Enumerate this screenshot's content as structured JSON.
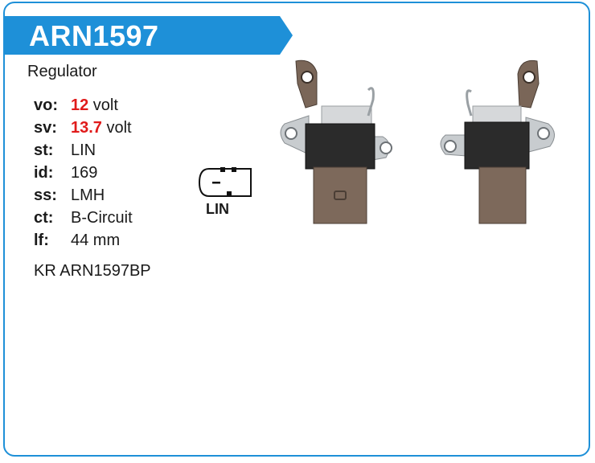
{
  "header": {
    "title": "ARN1597",
    "accent_color": "#1e90d8"
  },
  "subtitle": "Regulator",
  "specs": [
    {
      "key": "vo:",
      "value": "12",
      "unit": " volt",
      "highlight": true
    },
    {
      "key": "sv:",
      "value": "13.7",
      "unit": " volt",
      "highlight": true
    },
    {
      "key": "st:",
      "value": "LIN",
      "unit": "",
      "highlight": false
    },
    {
      "key": "id:",
      "value": "169",
      "unit": "",
      "highlight": false
    },
    {
      "key": "ss:",
      "value": "LMH",
      "unit": "",
      "highlight": false
    },
    {
      "key": "ct:",
      "value": "B-Circuit",
      "unit": "",
      "highlight": false
    },
    {
      "key": "lf:",
      "value": "44 mm",
      "unit": "",
      "highlight": false
    }
  ],
  "part_number": "KR ARN1597BP",
  "connector": {
    "label": "LIN",
    "icon": "connector-plug-icon"
  },
  "photos": [
    {
      "icon": "regulator-front-photo"
    },
    {
      "icon": "regulator-back-photo"
    }
  ]
}
